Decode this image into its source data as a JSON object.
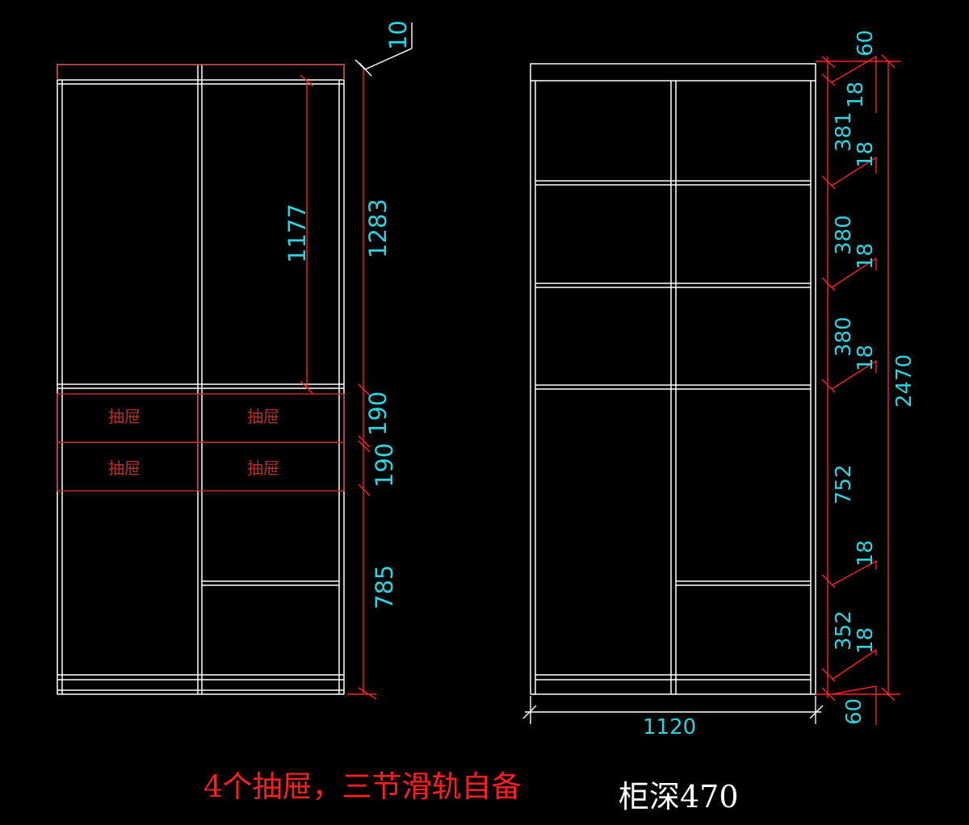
{
  "left_elevation": {
    "drawer_labels": [
      "抽屉",
      "抽屉",
      "抽屉",
      "抽屉"
    ],
    "dims": {
      "top_gap": "10",
      "inner_height": "1177",
      "upper_section": "1283",
      "drawer_1": "190",
      "drawer_2": "190",
      "lower_section": "785"
    }
  },
  "right_elevation": {
    "dims": {
      "top_60": "60",
      "board_1": "18",
      "space_1": "381",
      "board_2": "18",
      "space_2": "380",
      "board_3": "18",
      "space_3": "380",
      "board_4": "18",
      "space_4": "752",
      "board_5": "18",
      "space_5": "352",
      "board_6": "18",
      "bottom_60": "60",
      "total_height": "2470",
      "width": "1120"
    }
  },
  "captions": {
    "note": "4个抽屉，三节滑轨自备",
    "depth": "柜深470"
  }
}
